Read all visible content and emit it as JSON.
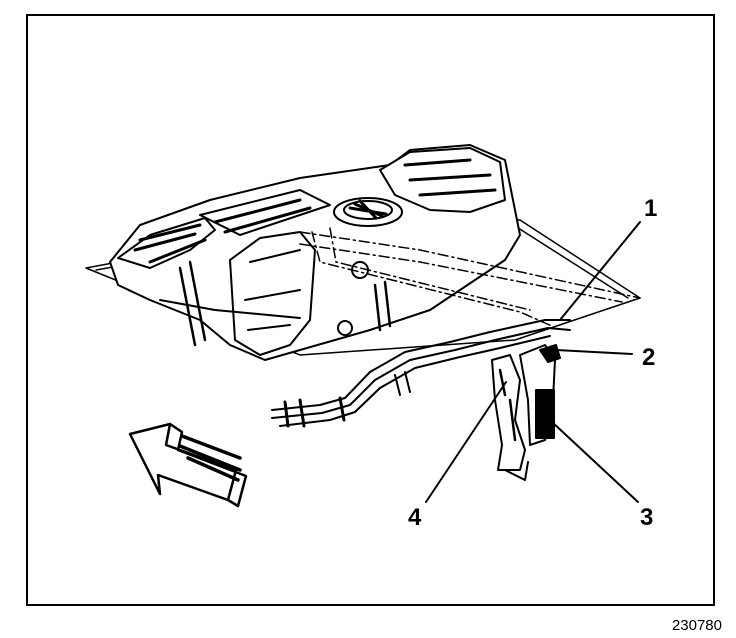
{
  "callouts": [
    {
      "id": "1",
      "label": "1"
    },
    {
      "id": "2",
      "label": "2"
    },
    {
      "id": "3",
      "label": "3"
    },
    {
      "id": "4",
      "label": "4"
    }
  ],
  "figure_number": "230780",
  "colors": {
    "ink": "#000000",
    "paper": "#ffffff"
  }
}
